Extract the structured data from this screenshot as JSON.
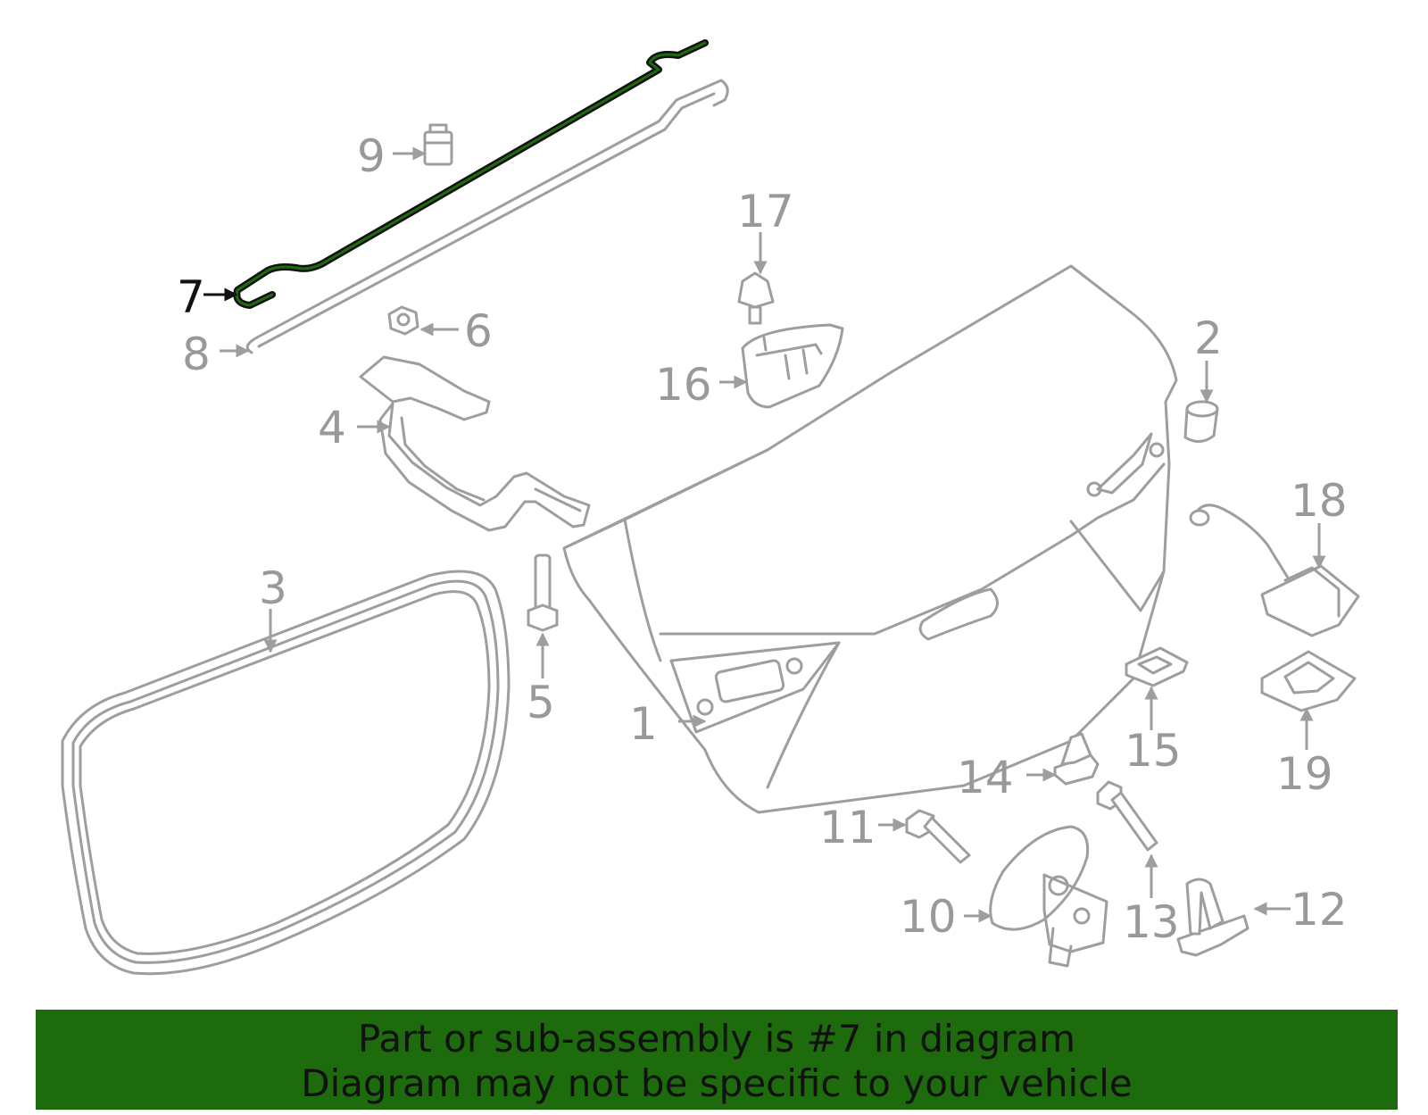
{
  "diagram": {
    "highlight_part": "7",
    "highlight_color": "#1d6b0c",
    "part_color": "#9e9e9e",
    "labels": [
      "1",
      "2",
      "3",
      "4",
      "5",
      "6",
      "7",
      "8",
      "9",
      "10",
      "11",
      "12",
      "13",
      "14",
      "15",
      "16",
      "17",
      "18",
      "19"
    ]
  },
  "banner": {
    "background": "#1d6b0c",
    "line1": "Part or sub-assembly is #7 in diagram",
    "line2": "Diagram may not be specific to your vehicle"
  }
}
